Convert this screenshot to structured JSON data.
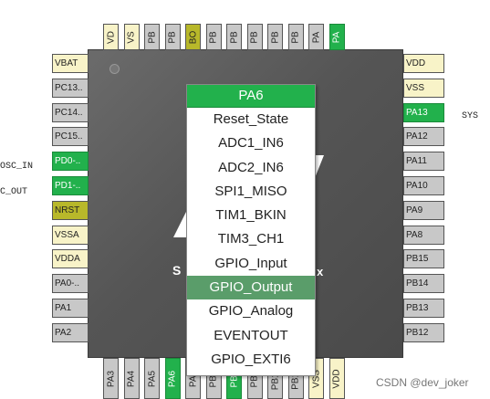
{
  "top_pins": [
    {
      "label": "VD",
      "color": "cream"
    },
    {
      "label": "VS",
      "color": "cream"
    },
    {
      "label": "PB",
      "color": "gray"
    },
    {
      "label": "PB",
      "color": "gray"
    },
    {
      "label": "BO",
      "color": "olive"
    },
    {
      "label": "PB",
      "color": "gray"
    },
    {
      "label": "PB",
      "color": "gray"
    },
    {
      "label": "PB",
      "color": "gray"
    },
    {
      "label": "PB",
      "color": "gray"
    },
    {
      "label": "PB",
      "color": "gray"
    },
    {
      "label": "PA",
      "color": "gray"
    },
    {
      "label": "PA",
      "color": "green"
    }
  ],
  "left_pins": [
    {
      "label": "VBAT",
      "color": "cream"
    },
    {
      "label": "PC13..",
      "color": "gray"
    },
    {
      "label": "PC14..",
      "color": "gray"
    },
    {
      "label": "PC15..",
      "color": "gray"
    },
    {
      "label": "PD0-..",
      "color": "green"
    },
    {
      "label": "PD1-..",
      "color": "green"
    },
    {
      "label": "NRST",
      "color": "olive"
    },
    {
      "label": "VSSA",
      "color": "cream"
    },
    {
      "label": "VDDA",
      "color": "cream"
    },
    {
      "label": "PA0-..",
      "color": "gray"
    },
    {
      "label": "PA1",
      "color": "gray"
    },
    {
      "label": "PA2",
      "color": "gray"
    }
  ],
  "right_pins": [
    {
      "label": "VDD",
      "color": "cream"
    },
    {
      "label": "VSS",
      "color": "cream"
    },
    {
      "label": "PA13",
      "color": "green"
    },
    {
      "label": "PA12",
      "color": "gray"
    },
    {
      "label": "PA11",
      "color": "gray"
    },
    {
      "label": "PA10",
      "color": "gray"
    },
    {
      "label": "PA9",
      "color": "gray"
    },
    {
      "label": "PA8",
      "color": "gray"
    },
    {
      "label": "PB15",
      "color": "gray"
    },
    {
      "label": "PB14",
      "color": "gray"
    },
    {
      "label": "PB13",
      "color": "gray"
    },
    {
      "label": "PB12",
      "color": "gray"
    }
  ],
  "bottom_pins": [
    {
      "label": "PA3",
      "color": "gray"
    },
    {
      "label": "PA4",
      "color": "gray"
    },
    {
      "label": "PA5",
      "color": "gray"
    },
    {
      "label": "PA6",
      "color": "green"
    },
    {
      "label": "PA7",
      "color": "gray"
    },
    {
      "label": "PB0",
      "color": "gray"
    },
    {
      "label": "PB1",
      "color": "green"
    },
    {
      "label": "PB2",
      "color": "gray"
    },
    {
      "label": "PB10",
      "color": "gray"
    },
    {
      "label": "PB11",
      "color": "gray"
    },
    {
      "label": "VSS",
      "color": "cream"
    },
    {
      "label": "VDD",
      "color": "cream"
    }
  ],
  "external_labels": {
    "osc_in": "OSC_IN",
    "osc_out": "C_OUT",
    "sys": "SYS"
  },
  "chip": {
    "name_fragment_left": "S",
    "name_fragment_right": "x"
  },
  "pin_menu": {
    "title": "PA6",
    "items": [
      "Reset_State",
      "ADC1_IN6",
      "ADC2_IN6",
      "SPI1_MISO",
      "TIM1_BKIN",
      "TIM3_CH1",
      "GPIO_Input",
      "GPIO_Output",
      "GPIO_Analog",
      "EVENTOUT",
      "GPIO_EXTI6"
    ],
    "selected": "GPIO_Output"
  },
  "watermark": "CSDN @dev_joker",
  "colors": {
    "gray": "#c8c8c8",
    "cream": "#f8f3c8",
    "green": "#22b14c",
    "olive": "#b8b82a",
    "menu_selected": "#5a9d6a"
  }
}
